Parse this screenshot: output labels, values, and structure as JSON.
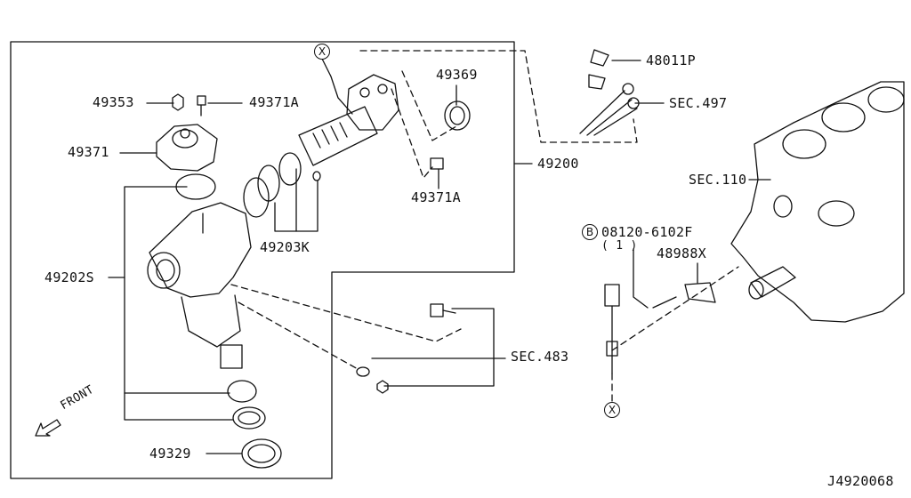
{
  "diagram": {
    "parts": {
      "p48011p": "48011P",
      "sec497": "SEC.497",
      "p49353": "49353",
      "p49371a_top": "49371A",
      "p49369": "49369",
      "p49371": "49371",
      "p49200": "49200",
      "sec110": "SEC.110",
      "p49371a_mid": "49371A",
      "bolt_code": "08120-6102F",
      "bolt_qty": "( 1 )",
      "bolt_prefix": "B",
      "p49203k": "49203K",
      "p48988x": "48988X",
      "p49202s": "49202S",
      "sec483": "SEC.483",
      "front": "FRONT",
      "p49329": "49329",
      "connector_marker": "X",
      "diagram_id": "J4920068"
    }
  }
}
